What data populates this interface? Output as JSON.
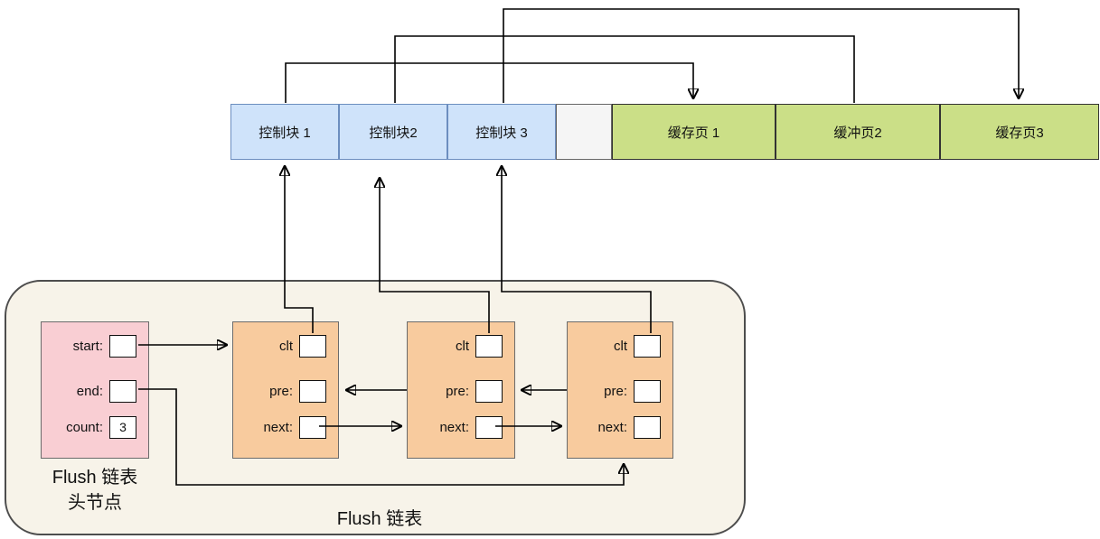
{
  "top_row": {
    "control_blocks": [
      "控制块 1",
      "控制块2",
      "控制块 3"
    ],
    "cache_pages": [
      "缓存页 1",
      "缓冲页2",
      "缓存页3"
    ]
  },
  "flush_list": {
    "label": "Flush 链表",
    "head": {
      "caption_line1": "Flush 链表",
      "caption_line2": "头节点",
      "start_label": "start:",
      "end_label": "end:",
      "count_label": "count:",
      "count_value": "3"
    },
    "node_fields": {
      "clt": "clt",
      "pre": "pre:",
      "next": "next:"
    }
  },
  "colors": {
    "control_block_fill": "#cfe3fa",
    "control_block_border": "#6c8ebf",
    "cache_page_fill": "#cbdf87",
    "spacer_fill": "#f5f5f5",
    "node_fill": "#f8cb9e",
    "head_fill": "#f9ced3",
    "container_fill": "#f7f3e9",
    "arrow": "#000000"
  }
}
